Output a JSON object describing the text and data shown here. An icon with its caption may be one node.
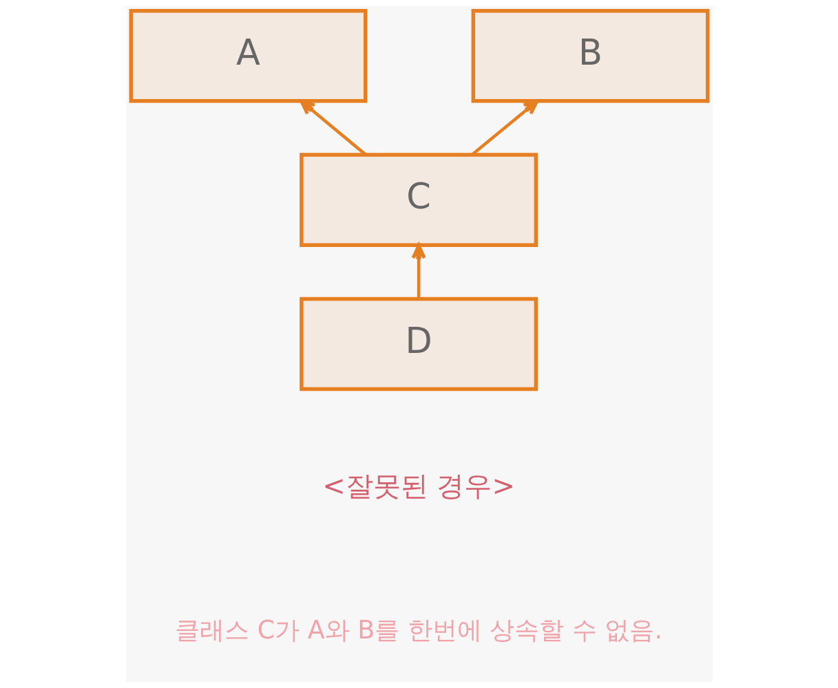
{
  "diagram": {
    "nodes": [
      {
        "text": [
          "A"
        ]
      },
      {
        "text": [
          "B"
        ]
      },
      {
        "text": [
          "C"
        ]
      },
      {
        "text": [
          "D"
        ]
      }
    ],
    "edges": [
      {
        "from": 2,
        "to": 0,
        "arrow": "to"
      },
      {
        "from": 2,
        "to": 1,
        "arrow": "to"
      },
      {
        "from": 3,
        "to": 2,
        "arrow": "to"
      }
    ],
    "labels": [
      "<잘못된 경우>",
      "클래스 C가 A와 B를 한번에 상속할 수 없음."
    ]
  }
}
